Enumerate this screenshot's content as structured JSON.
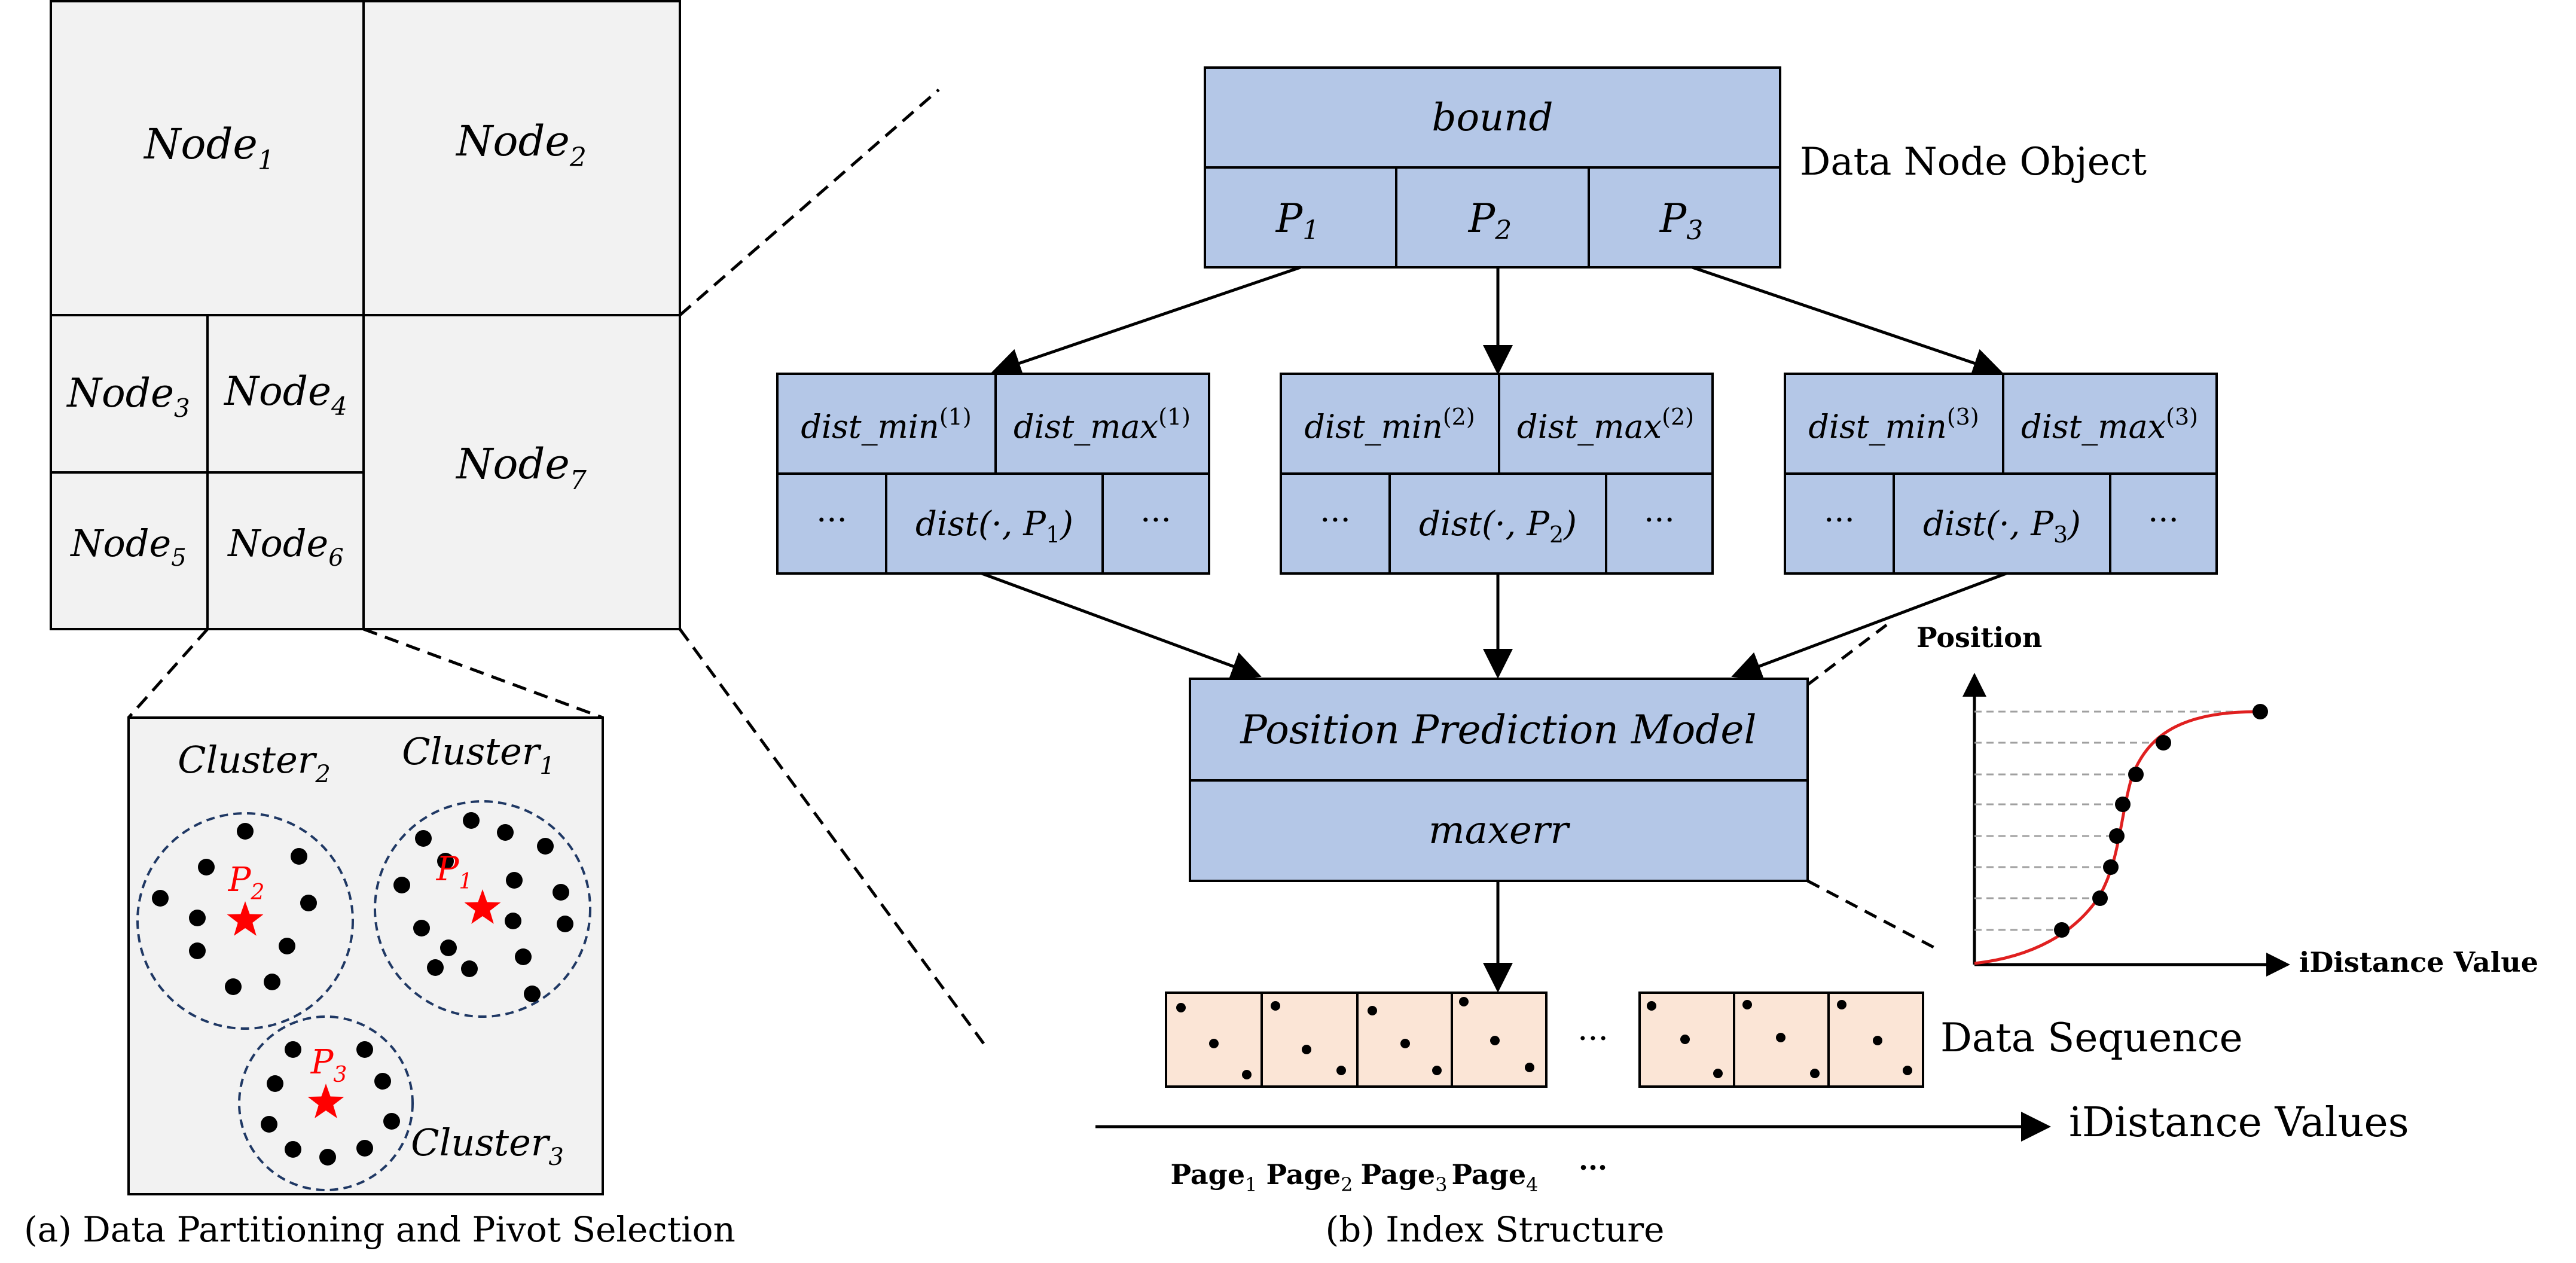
{
  "partition": {
    "nodes": [
      {
        "base": "Node",
        "sub": "1"
      },
      {
        "base": "Node",
        "sub": "2"
      },
      {
        "base": "Node",
        "sub": "3"
      },
      {
        "base": "Node",
        "sub": "4"
      },
      {
        "base": "Node",
        "sub": "5"
      },
      {
        "base": "Node",
        "sub": "6"
      },
      {
        "base": "Node",
        "sub": "7"
      }
    ],
    "clusters": [
      {
        "base": "Cluster",
        "sub": "2"
      },
      {
        "base": "Cluster",
        "sub": "1"
      },
      {
        "base": "Cluster",
        "sub": "3"
      }
    ],
    "pivots": [
      {
        "base": "P",
        "sub": "2"
      },
      {
        "base": "P",
        "sub": "1"
      },
      {
        "base": "P",
        "sub": "3"
      }
    ],
    "caption": "(a)   Data Partitioning and Pivot Selection"
  },
  "index": {
    "data_node": {
      "bound": "bound",
      "pivots": [
        {
          "base": "P",
          "sub": "1"
        },
        {
          "base": "P",
          "sub": "2"
        },
        {
          "base": "P",
          "sub": "3"
        }
      ],
      "label": "Data Node Object"
    },
    "dist_tables": [
      {
        "min_base": "dist_min",
        "max_base": "dist_max",
        "sup": "(1)",
        "ellipsis_left": "···",
        "dist_label": "dist(·, P",
        "dist_sub": "1",
        "dist_close": ")",
        "ellipsis_right": "···"
      },
      {
        "min_base": "dist_min",
        "max_base": "dist_max",
        "sup": "(2)",
        "ellipsis_left": "···",
        "dist_label": "dist(·, P",
        "dist_sub": "2",
        "dist_close": ")",
        "ellipsis_right": "···"
      },
      {
        "min_base": "dist_min",
        "max_base": "dist_max",
        "sup": "(3)",
        "ellipsis_left": "···",
        "dist_label": "dist(·, P",
        "dist_sub": "3",
        "dist_close": ")",
        "ellipsis_right": "···"
      }
    ],
    "model": {
      "title": "Position Prediction Model",
      "maxerr": "maxerr"
    },
    "cdf_plot": {
      "ylabel": "Position",
      "xlabel": "iDistance Value"
    },
    "sequence": {
      "label": "Data Sequence",
      "gap": "···",
      "axis_label": "iDistance Values",
      "pages": [
        {
          "base": "Page",
          "sub": "1"
        },
        {
          "base": "Page",
          "sub": "2"
        },
        {
          "base": "Page",
          "sub": "3"
        },
        {
          "base": "Page",
          "sub": "4"
        }
      ],
      "pages_more": "···"
    },
    "caption": "(b) Index Structure"
  },
  "colors": {
    "node_fill": "#f2f2f2",
    "table_fill": "#b4c7e7",
    "page_fill": "#fbe5d6",
    "pivot_red": "#ff0000",
    "curve_red": "#e02020",
    "cluster_border": "#1f3864"
  }
}
